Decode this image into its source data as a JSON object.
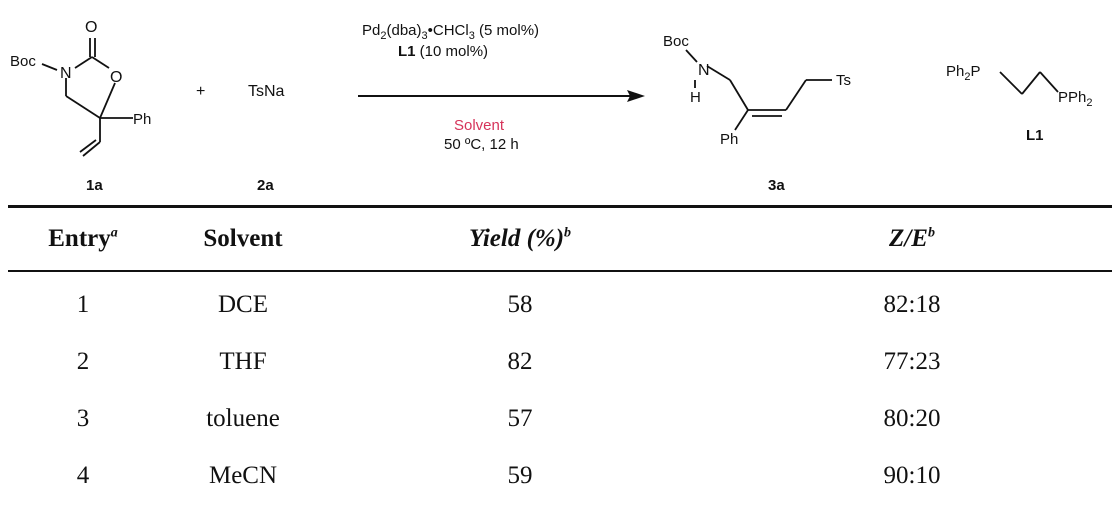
{
  "scheme": {
    "reactant_1": {
      "label": "1a",
      "atoms": {
        "carbonyl_o": "O",
        "ring_n": "N",
        "ring_o": "O",
        "protecting_group": "Boc",
        "aryl": "Ph"
      }
    },
    "plus": "+",
    "reactant_2": {
      "formula": "TsNa",
      "label": "2a"
    },
    "conditions_above": {
      "catalyst": {
        "pd": "Pd",
        "pd_sub": "2",
        "dba": "(dba)",
        "dba_sub": "3",
        "chcl": "•CHCl",
        "chcl_sub": "3",
        "loading": " (5 mol%)"
      },
      "ligand": {
        "name": "L1",
        "loading": " (10 mol%)"
      }
    },
    "conditions_below": {
      "solvent": "Solvent",
      "temp_time": "50 ºC, 12 h"
    },
    "product": {
      "label": "3a",
      "atoms": {
        "protecting_group": "Boc",
        "amine_n": "N",
        "amine_h": "H",
        "sulfonyl": "Ts",
        "aryl": "Ph"
      }
    },
    "ligand_structure": {
      "left_group": "Ph",
      "left_sub": "2",
      "left_p": "P",
      "right_p": "PPh",
      "right_sub": "2",
      "label": "L1"
    }
  },
  "colors": {
    "solvent_highlight": "#d6335a",
    "text": "#111111"
  },
  "table": {
    "headers": [
      {
        "label": "Entry",
        "note": "a"
      },
      {
        "label": "Solvent",
        "note": ""
      },
      {
        "label": "Yield (%)",
        "note": "b"
      },
      {
        "label": "Z/E",
        "note": "b"
      }
    ],
    "rows": [
      {
        "entry": "1",
        "solvent": "DCE",
        "yield": "58",
        "ze": "82:18"
      },
      {
        "entry": "2",
        "solvent": "THF",
        "yield": "82",
        "ze": "77:23"
      },
      {
        "entry": "3",
        "solvent": "toluene",
        "yield": "57",
        "ze": "80:20"
      },
      {
        "entry": "4",
        "solvent": "MeCN",
        "yield": "59",
        "ze": "90:10"
      }
    ]
  }
}
